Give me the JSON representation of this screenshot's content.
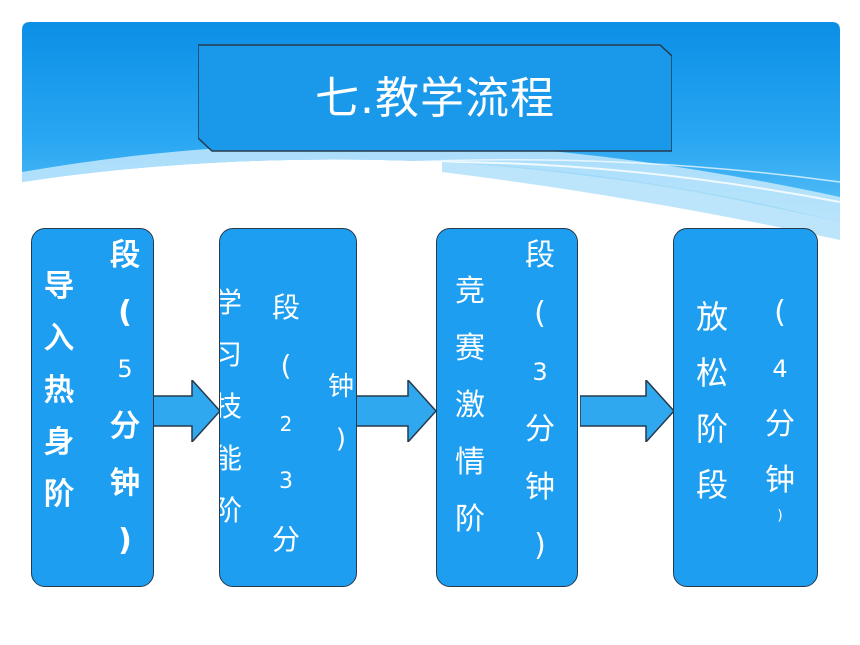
{
  "title": "七.教学流程",
  "colors": {
    "banner": "#1e9ef0",
    "stage_fill": "#1e9ef0",
    "arrow_fill": "#2fa8f0",
    "border": "#263a4c",
    "text": "#ffffff"
  },
  "stages": [
    {
      "main": [
        "导",
        "入",
        "热",
        "身",
        "阶"
      ],
      "side": [
        "段",
        "(",
        "5",
        "分",
        "钟",
        ")"
      ]
    },
    {
      "main": [
        "学",
        "习",
        "技",
        "能",
        "阶"
      ],
      "side": [
        "段",
        "(",
        "2",
        "3",
        "分"
      ],
      "extra": [
        "钟",
        ")"
      ]
    },
    {
      "main": [
        "竞",
        "赛",
        "激",
        "情",
        "阶"
      ],
      "side": [
        "段",
        "(",
        "3",
        "分",
        "钟",
        ")"
      ]
    },
    {
      "main": [
        "放",
        "松",
        "阶",
        "段"
      ],
      "side": [
        "(",
        "4",
        "分",
        "钟",
        ")"
      ]
    }
  ]
}
